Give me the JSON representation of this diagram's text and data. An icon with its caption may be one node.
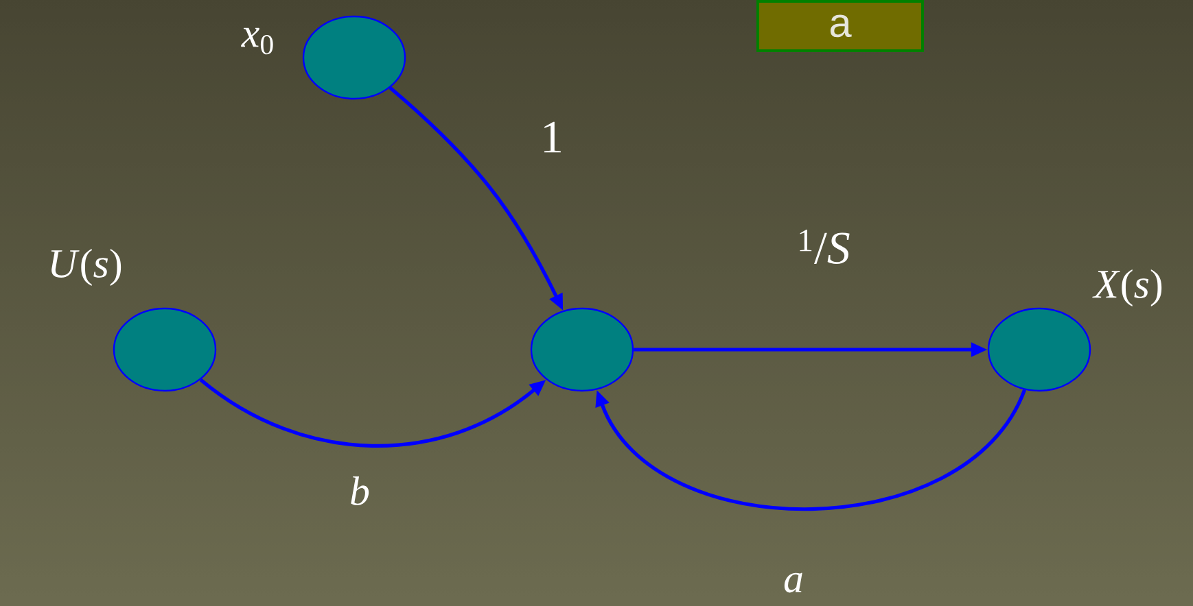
{
  "diagram": {
    "nodes": [
      {
        "text": [
          "*x*$_{0}$"
        ]
      },
      {
        "text": [
          "*U*(*s*)"
        ]
      },
      {
        "text": [],
        "shape": "circle"
      },
      {
        "text": [
          "*X*(*s*)"
        ]
      },
      {
        "text": [
          "a"
        ]
      }
    ],
    "edges": [
      {
        "from": 0,
        "to": 2,
        "arrow": "to",
        "label": "1"
      },
      {
        "from": 1,
        "to": 2,
        "arrow": "to",
        "label": "b"
      },
      {
        "from": 2,
        "to": 3,
        "arrow": "to",
        "label": "$^{1}$/*S*"
      },
      {
        "from": 3,
        "to": 2,
        "arrow": "to",
        "label": "a"
      }
    ]
  }
}
